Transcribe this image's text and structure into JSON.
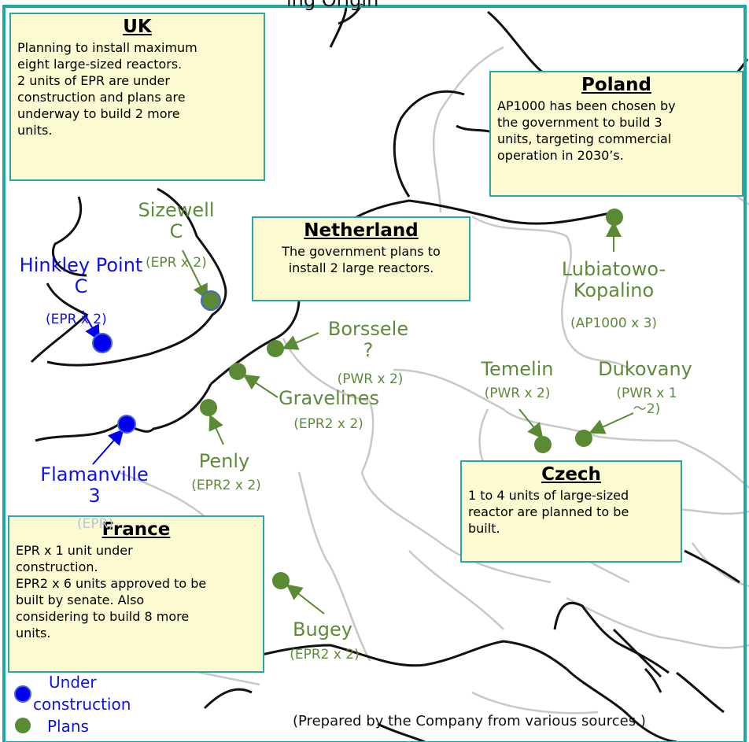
{
  "header_fragment": "ing Origin",
  "info_boxes": {
    "uk": {
      "title": "UK",
      "lines": [
        "Planning to install maximum",
        "eight large-sized reactors.",
        "2 units of EPR are under",
        "construction and plans are",
        "underway to build 2 more",
        "units."
      ]
    },
    "poland": {
      "title": "Poland",
      "lines": [
        "AP1000 has been chosen by",
        "the government to build 3",
        "units, targeting commercial",
        "operation in 2030’s."
      ]
    },
    "netherland": {
      "title": "Netherland",
      "lines": [
        "The government plans to",
        "install 2 large reactors."
      ]
    },
    "czech": {
      "title": "Czech",
      "lines": [
        "1 to 4 units of large-sized",
        "reactor are planned to be",
        "built."
      ]
    },
    "france": {
      "title": "France",
      "lines": [
        "EPR x 1 unit under",
        "construction.",
        "EPR2 x 6 units approved to be",
        "built by senate.  Also",
        "considering to build 8 more",
        "units."
      ]
    }
  },
  "sites": {
    "sizewell": {
      "name_lines": [
        "Sizewell",
        "C"
      ],
      "detail": "(EPR x 2)",
      "status": "under_construction"
    },
    "hinkley": {
      "name_lines": [
        "Hinkley Point",
        "C"
      ],
      "detail": "(EPR x 2)",
      "status": "under_construction"
    },
    "flamanville": {
      "name_lines": [
        "Flamanville",
        "3"
      ],
      "detail": "(EPR)",
      "status": "under_construction"
    },
    "borssele": {
      "name_lines": [
        "Borssele",
        "?"
      ],
      "detail": "(PWR x 2)",
      "status": "plans"
    },
    "gravelines": {
      "name_lines": [
        "Gravelines"
      ],
      "detail": "(EPR2 x 2)",
      "status": "plans"
    },
    "penly": {
      "name_lines": [
        "Penly"
      ],
      "detail": "(EPR2 x 2)",
      "status": "plans"
    },
    "lubiatowo": {
      "name_lines": [
        "Lubiatowo-",
        "Kopalino"
      ],
      "detail": "(AP1000 x 3)",
      "status": "plans"
    },
    "temelin": {
      "name_lines": [
        "Temelin"
      ],
      "detail": "(PWR x 2)",
      "status": "plans"
    },
    "dukovany": {
      "name_lines": [
        "Dukovany"
      ],
      "detail_lines": [
        "(PWR x 1",
        "～2)"
      ],
      "status": "plans"
    },
    "bugey": {
      "name_lines": [
        "Bugey"
      ],
      "detail": "(EPR2 x 2)",
      "status": "plans"
    }
  },
  "legend": {
    "under_construction": [
      "Under",
      "construction"
    ],
    "plans": "Plans"
  },
  "source_note": "(Prepared by the Company from various sources.)",
  "colors": {
    "under_construction": "#0000ee",
    "plans": "#5b8a35",
    "box_bg": "#fbfad0",
    "box_border": "#2aa7a7",
    "frame": "#1fa7a7"
  }
}
